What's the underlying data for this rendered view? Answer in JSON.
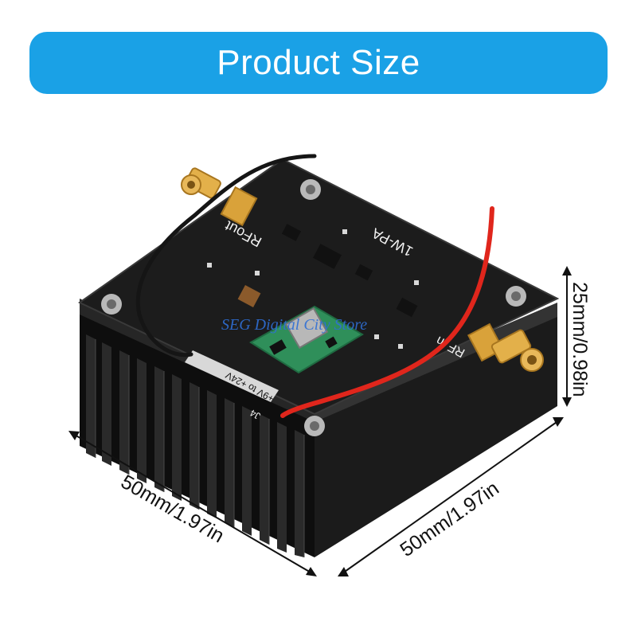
{
  "banner": {
    "title": "Product Size",
    "color": "#1aa1e6"
  },
  "dimensions": {
    "height": "25mm/0.98in",
    "width_left": "50mm/1.97in",
    "width_right": "50mm/1.97in"
  },
  "board_markings": {
    "title": "1W-PA",
    "rf_out": "RFout",
    "rf_in": "RF in",
    "voltage": "+9V to +24V",
    "connector": "J4"
  },
  "watermark": "SEG Digital City Store",
  "colors": {
    "heatsink": "#111111",
    "pcb": "#1c1c1c",
    "sma_gold": "#d9a23a",
    "dc_module": "#2f8f5a",
    "wire_red": "#e0261c",
    "wire_black": "#151515"
  }
}
